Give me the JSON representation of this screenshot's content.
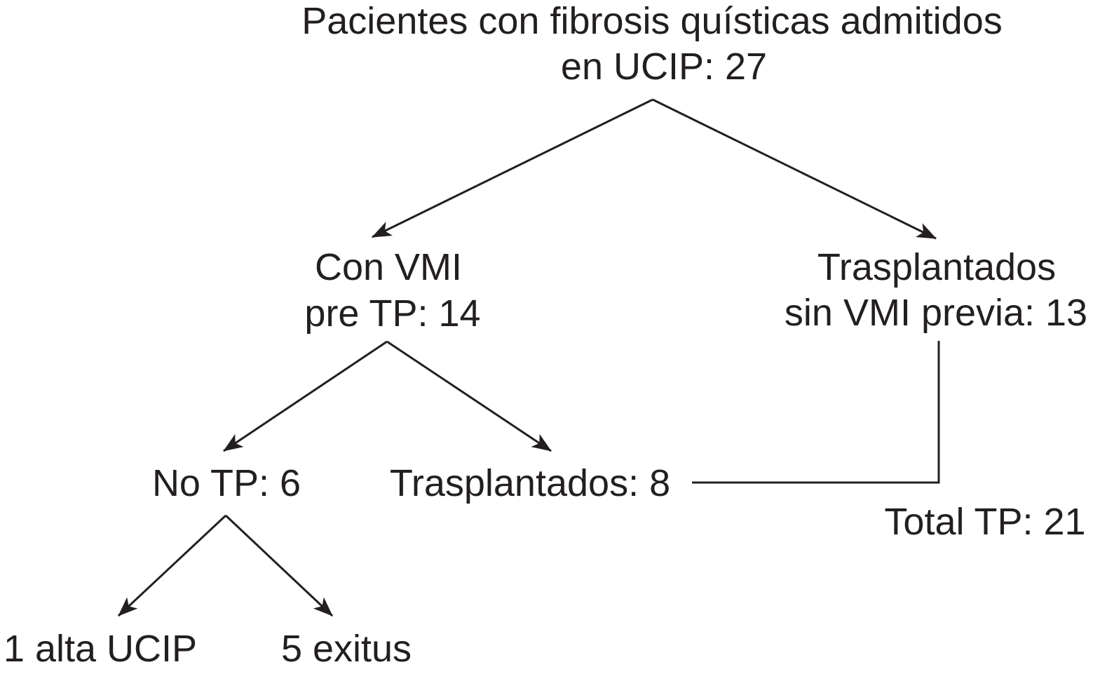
{
  "colors": {
    "text": "#231f20",
    "lines": "#231f20",
    "background": "#ffffff"
  },
  "nodes": {
    "root": {
      "line1": "Pacientes con fibrosis quísticas admitidos",
      "line2": "en UCIP: 27"
    },
    "con_vmi": {
      "line1": "Con VMI",
      "line2": "pre TP: 14"
    },
    "trasplantados_sin_vmi": {
      "line1": "Trasplantados",
      "line2": "sin VMI previa: 13"
    },
    "no_tp": {
      "label": "No TP: 6"
    },
    "trasplantados": {
      "label": "Trasplantados: 8"
    },
    "total_tp": {
      "label": "Total TP: 21"
    },
    "alta_ucip": {
      "label": "1 alta UCIP"
    },
    "exitus": {
      "label": "5 exitus"
    }
  }
}
